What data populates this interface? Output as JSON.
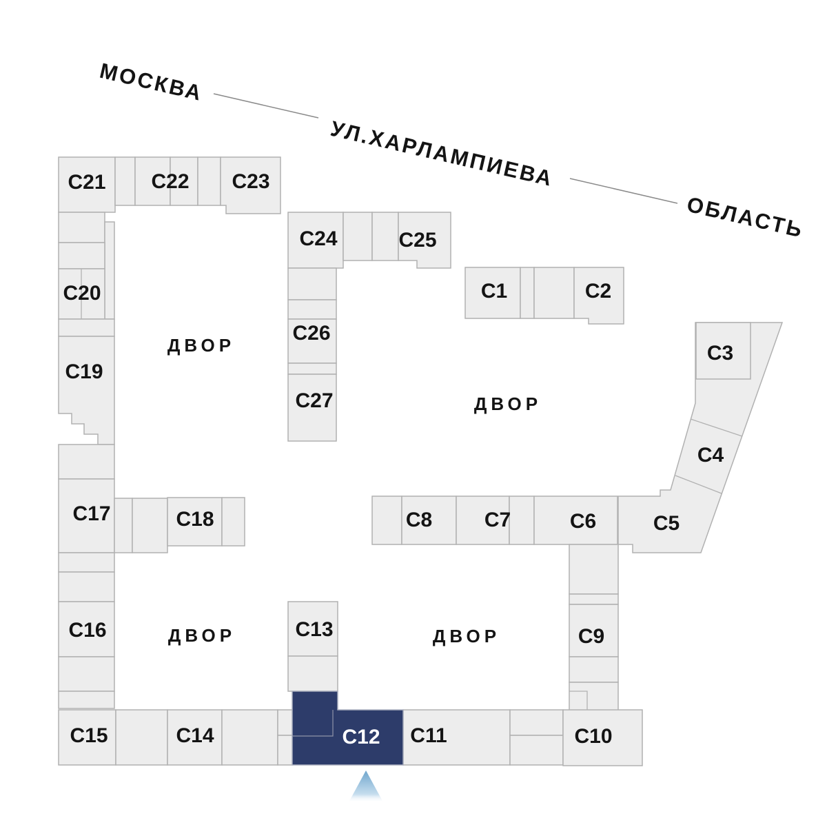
{
  "map": {
    "streets": {
      "left": "МОСКВА",
      "middle": "УЛ.ХАРЛАМПИЕВА",
      "right": "ОБЛАСТЬ"
    },
    "courtyards": {
      "top_left": "ДВОР",
      "right": "ДВОР",
      "bottom_left": "ДВОР",
      "bottom_right": "ДВОР"
    },
    "selected_building": "С12",
    "buildings": {
      "c1": {
        "label": "С1"
      },
      "c2": {
        "label": "С2"
      },
      "c3": {
        "label": "С3"
      },
      "c4": {
        "label": "С4"
      },
      "c5": {
        "label": "С5"
      },
      "c6": {
        "label": "С6"
      },
      "c7": {
        "label": "С7"
      },
      "c8": {
        "label": "С8"
      },
      "c9": {
        "label": "С9"
      },
      "c10": {
        "label": "С10"
      },
      "c11": {
        "label": "С11"
      },
      "c12": {
        "label": "С12"
      },
      "c13": {
        "label": "С13"
      },
      "c14": {
        "label": "С14"
      },
      "c15": {
        "label": "С15"
      },
      "c16": {
        "label": "С16"
      },
      "c17": {
        "label": "С17"
      },
      "c18": {
        "label": "С18"
      },
      "c19": {
        "label": "С19"
      },
      "c20": {
        "label": "С20"
      },
      "c21": {
        "label": "С21"
      },
      "c22": {
        "label": "С22"
      },
      "c23": {
        "label": "С23"
      },
      "c24": {
        "label": "С24"
      },
      "c25": {
        "label": "С25"
      },
      "c26": {
        "label": "С26"
      },
      "c27": {
        "label": "С27"
      }
    },
    "colors": {
      "building_fill": "#ededed",
      "building_stroke": "#b1b1b1",
      "selected_fill": "#2d3c6a",
      "selected_label": "#ffffff",
      "label_color": "#141414",
      "pointer_color": "#6fa6cd"
    }
  }
}
